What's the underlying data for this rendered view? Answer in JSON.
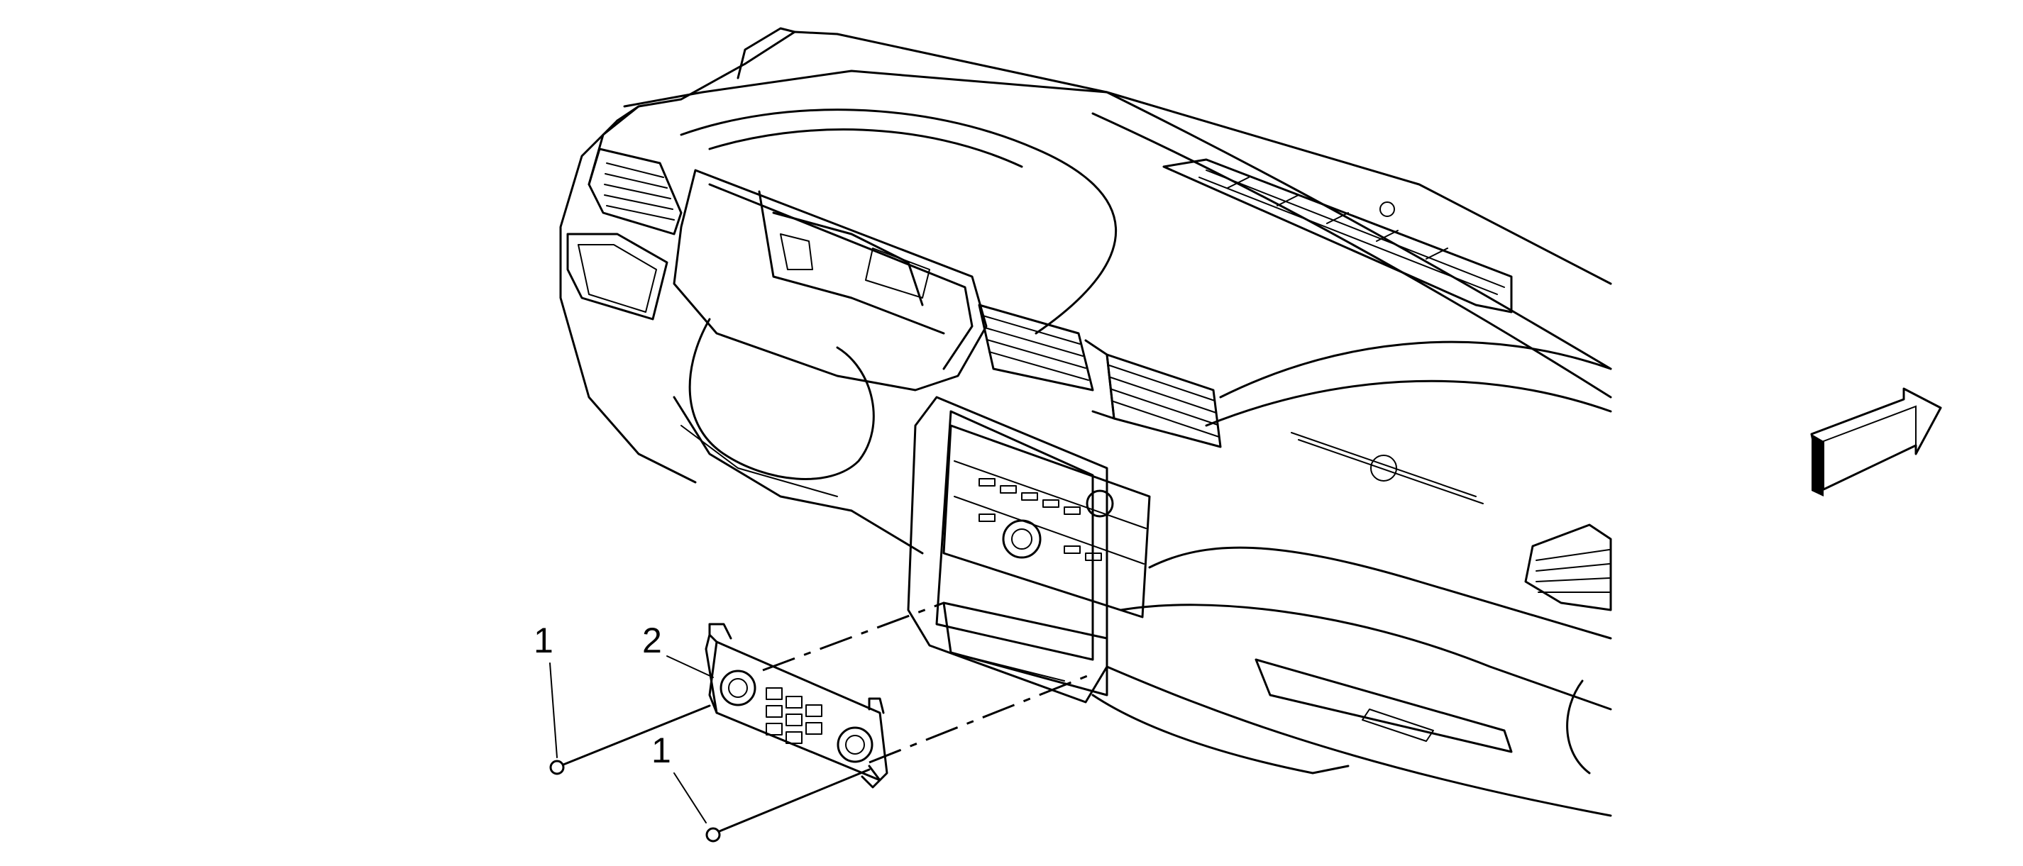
{
  "callouts": [
    {
      "id": "fastener-left",
      "label": "1"
    },
    {
      "id": "control-module",
      "label": "2"
    },
    {
      "id": "fastener-lower",
      "label": "1"
    }
  ],
  "icons": [
    "view-direction-arrow-icon"
  ],
  "colors": {
    "line": "#000000",
    "background": "#ffffff"
  }
}
